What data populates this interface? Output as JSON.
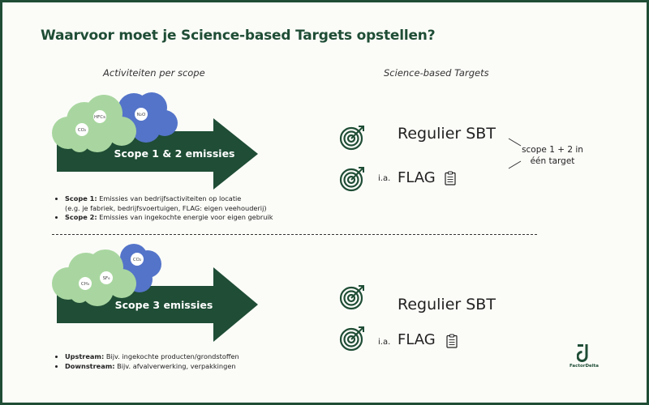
{
  "title": "Waarvoor moet je Science-based Targets opstellen?",
  "left_heading": "Activiteiten per scope",
  "right_heading": "Science-based Targets",
  "colors": {
    "dark_green": "#1f4d35",
    "light_green": "#a9d6a0",
    "blue": "#5474c9"
  },
  "section1": {
    "arrow_label": "Scope 1 & 2 emissies",
    "clouds": [
      "CO₂",
      "HFCs",
      "N₂O"
    ],
    "notes": [
      {
        "bold": "Scope 1:",
        "text": "Emissies van bedrijfsactiviteiten op locatie",
        "sub": "(e.g. je fabriek, bedrijfsvoertuigen, FLAG: eigen veehouderij)"
      },
      {
        "bold": "Scope 2:",
        "text": "Emissies van ingekochte energie voor eigen gebruik",
        "sub": ""
      }
    ],
    "target_regular": "Regulier SBT",
    "target_flag_prefix": "i.a.",
    "target_flag": "FLAG",
    "combined_note": "scope 1 + 2 in één target"
  },
  "section2": {
    "arrow_label": "Scope 3 emissies",
    "clouds": [
      "CH₄",
      "SF₆",
      "CO₂"
    ],
    "notes": [
      {
        "bold": "Upstream:",
        "text": "Bijv. ingekochte producten/grondstoffen"
      },
      {
        "bold": "Downstream:",
        "text": "Bijv. afvalverwerking, verpakkingen"
      }
    ],
    "target_regular": "Regulier SBT",
    "target_flag_prefix": "i.a.",
    "target_flag": "FLAG"
  },
  "icons": {
    "target": "target-icon",
    "clipboard": "clipboard-icon",
    "logo": "factordelta-logo"
  },
  "logo_text": "FactorDelta"
}
